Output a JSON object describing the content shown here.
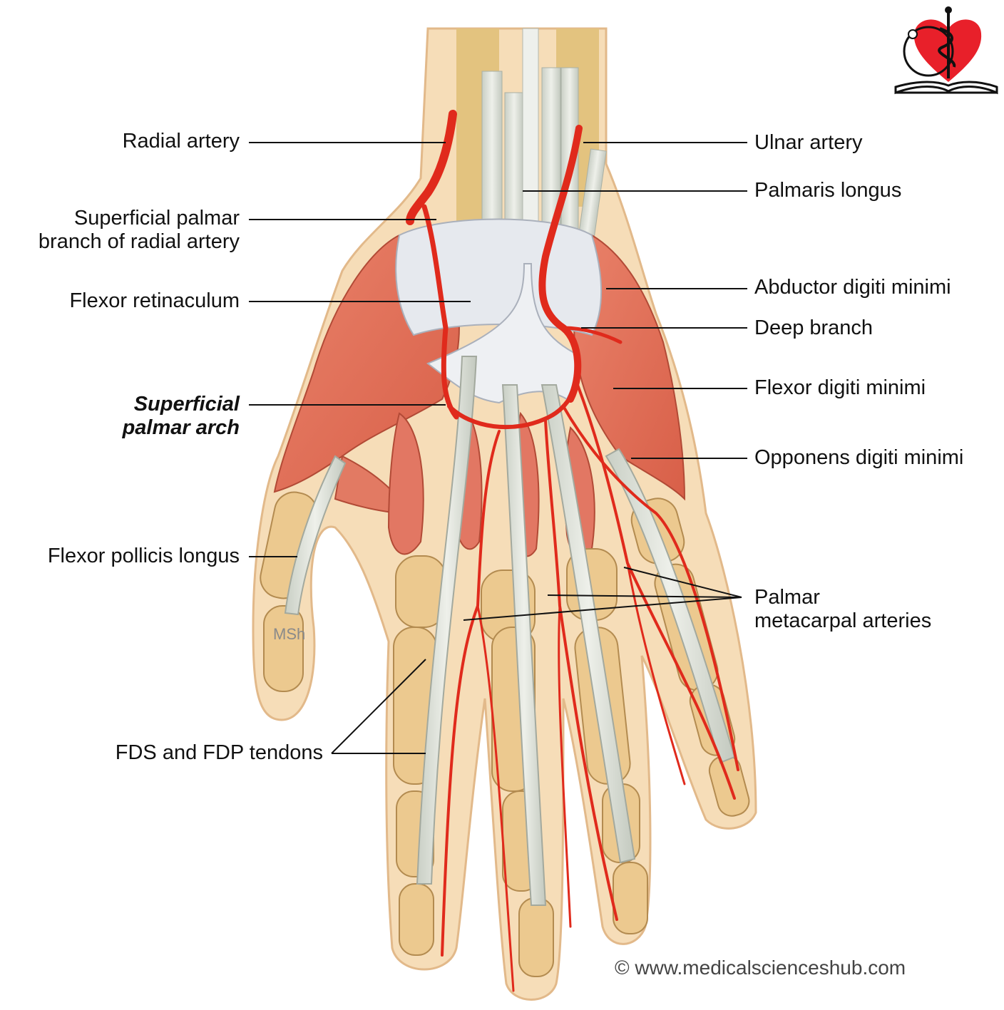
{
  "labels": {
    "radial_artery": "Radial artery",
    "superficial_palmar_branch_1": "Superficial palmar",
    "superficial_palmar_branch_2": "branch of radial artery",
    "flexor_retinaculum": "Flexor retinaculum",
    "superficial_palmar_arch_1": "Superficial",
    "superficial_palmar_arch_2": "palmar arch",
    "flexor_pollicis_longus": "Flexor pollicis longus",
    "fds_fdp_tendons": "FDS and FDP tendons",
    "ulnar_artery": "Ulnar artery",
    "palmaris_longus": "Palmaris longus",
    "abductor_digiti_minimi": "Abductor digiti minimi",
    "deep_branch": "Deep branch",
    "flexor_digiti_minimi": "Flexor digiti minimi",
    "opponens_digiti_minimi": "Opponens digiti minimi",
    "palmar_metacarpal_arteries_1": "Palmar",
    "palmar_metacarpal_arteries_2": "metacarpal arteries"
  },
  "credit": "© www.medicalscienceshub.com",
  "signature": "MSh",
  "colors": {
    "skin": "#f6ddb8",
    "bone": "#e8c88c",
    "muscle": "#e0715a",
    "tendon": "#d9ddd4",
    "artery": "#e02a1c",
    "retinaculum": "#e6e9ee",
    "logo_heart": "#e8202a"
  },
  "icons": [
    "heart-caduceus-logo",
    "open-book-icon",
    "stethoscope-icon"
  ]
}
